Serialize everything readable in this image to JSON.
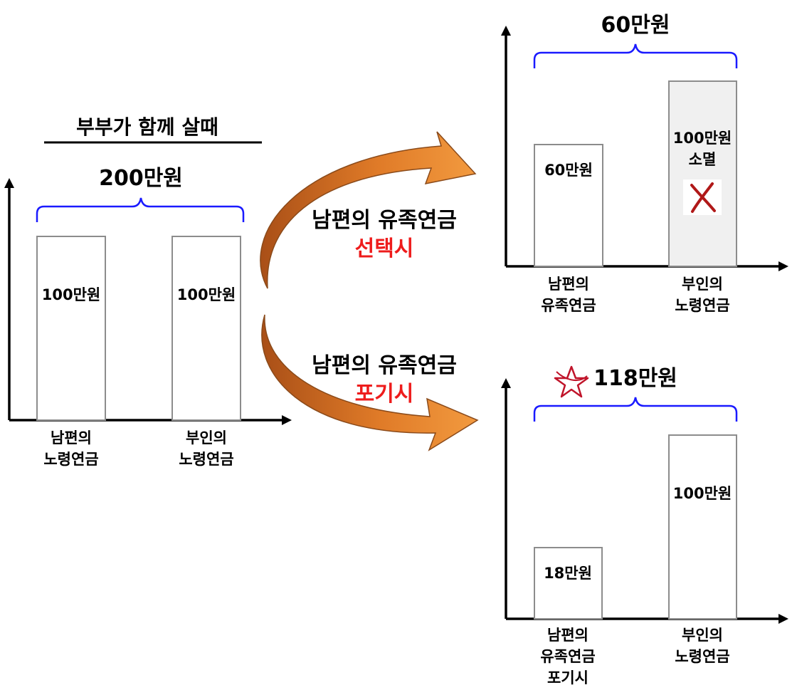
{
  "left": {
    "heading": "부부가 함께 살때",
    "total": "200만원",
    "bar1_value": "100만원",
    "bar2_value": "100만원",
    "bar1_label_line1": "남편의",
    "bar1_label_line2": "노령연금",
    "bar2_label_line1": "부인의",
    "bar2_label_line2": "노령연금"
  },
  "arrow_top": {
    "line1": "남편의 유족연금",
    "line2": "선택시"
  },
  "arrow_bottom": {
    "line1": "남편의 유족연금",
    "line2": "포기시"
  },
  "top_right": {
    "total": "60만원",
    "bar1_value": "60만원",
    "bar2_value_line1": "100만원",
    "bar2_value_line2": "소멸",
    "bar1_label_line1": "남편의",
    "bar1_label_line2": "유족연금",
    "bar2_label_line1": "부인의",
    "bar2_label_line2": "노령연금"
  },
  "bottom_right": {
    "total": "118만원",
    "bar1_value": "18만원",
    "bar2_value": "100만원",
    "bar1_label_line1": "남편의",
    "bar1_label_line2": "유족연금",
    "bar1_label_line3": "포기시",
    "bar2_label_line1": "부인의",
    "bar2_label_line2": "노령연금"
  },
  "colors": {
    "brace": "#1a1aff",
    "highlight_text": "#ee1c1c",
    "arrow_fill": "#e07b28",
    "cross_mark": "#b01818",
    "star_mark": "#c0142a",
    "removed_bar": "#f0f0f0"
  },
  "icons": {
    "removed_marker": "cross-mark-icon",
    "best_option_marker": "star-icon"
  }
}
